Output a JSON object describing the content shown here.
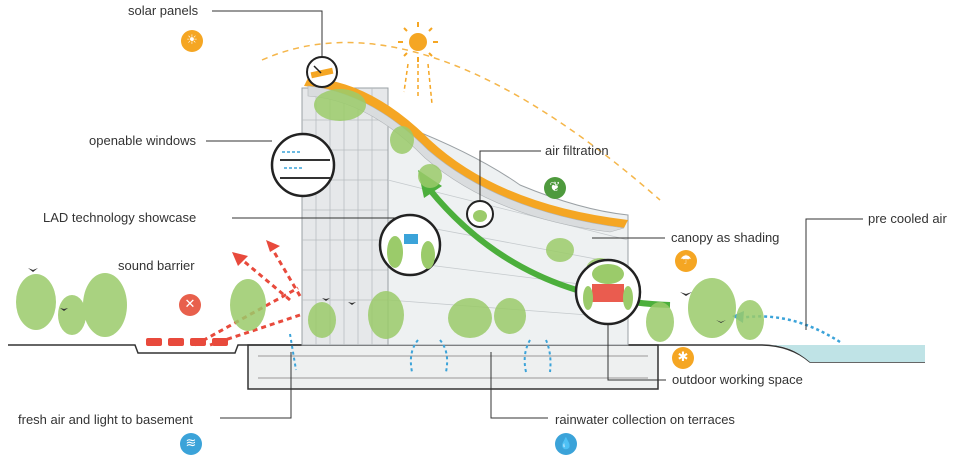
{
  "labels": {
    "solar_panels": "solar panels",
    "openable_windows": "openable windows",
    "lad_showcase": "LAD technology showcase",
    "sound_barrier": "sound barrier",
    "air_filtration": "air filtration",
    "canopy_shading": "canopy as shading",
    "pre_cooled_air": "pre cooled air",
    "outdoor_working": "outdoor working space",
    "fresh_air_basement": "fresh air and light to basement",
    "rainwater": "rainwater collection on terraces"
  },
  "icons": {
    "solar": {
      "name": "solar-icon",
      "glyph": "☀",
      "color": "#f5a623"
    },
    "filtration": {
      "name": "leaf-icon",
      "glyph": "❦",
      "color": "#4e9a3d"
    },
    "sound": {
      "name": "no-sound-icon",
      "glyph": "✕",
      "color": "#e8604c"
    },
    "canopy": {
      "name": "shade-icon",
      "glyph": "☂",
      "color": "#f5a623"
    },
    "outdoor": {
      "name": "pattern-icon",
      "glyph": "✱",
      "color": "#f5a623"
    },
    "fresh_air": {
      "name": "wind-icon",
      "glyph": "≋",
      "color": "#3ba3d9"
    },
    "rain": {
      "name": "water-drop-icon",
      "glyph": "💧",
      "color": "#3ba3d9"
    }
  },
  "colors": {
    "roof": "#f5a623",
    "green_arrow": "#4caf3c",
    "red_arrow": "#e84a3c",
    "blue_air": "#3ba3d9",
    "water": "#bfe3e6",
    "building": "#e6e8ea",
    "tree": "#9bcb6a"
  }
}
